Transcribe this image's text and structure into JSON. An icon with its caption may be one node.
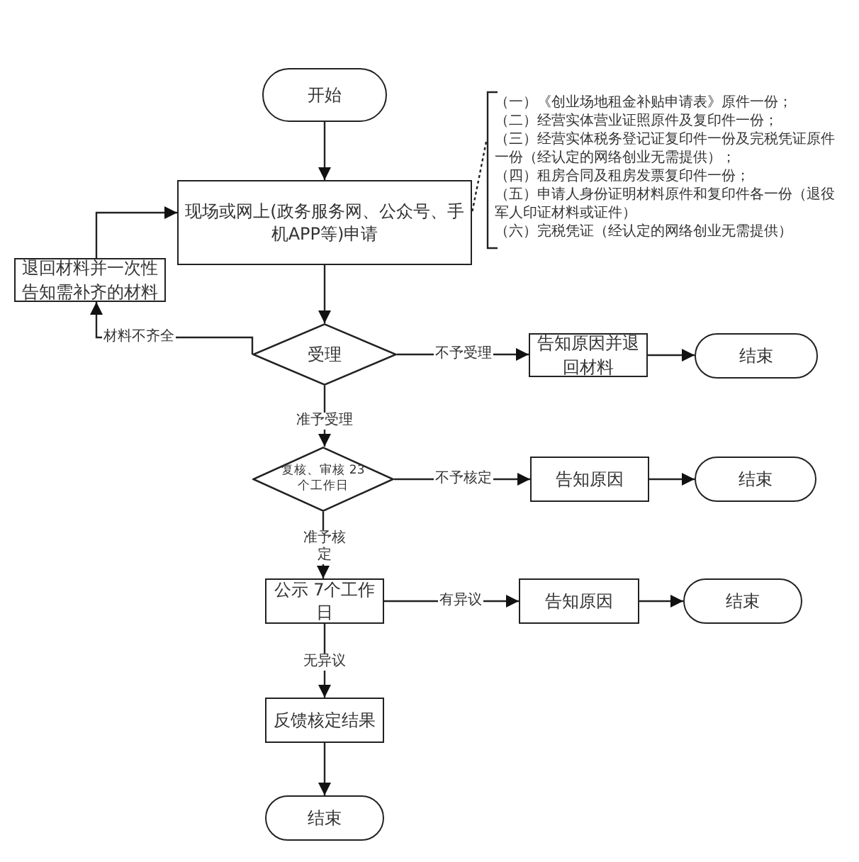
{
  "diagram": {
    "nodes": [
      {
        "text": [
          "开始"
        ]
      },
      {
        "text": [
          "现场或网上(政务服务网、公众号、手机APP等)申请"
        ]
      },
      {
        "text": [
          "退回材料并一次性告知需补齐的材料"
        ]
      },
      {
        "text": [
          "受理"
        ]
      },
      {
        "text": [
          "告知原因并退回材料"
        ]
      },
      {
        "text": [
          "结束"
        ]
      },
      {
        "text": [
          "复核、审核 23个工作日"
        ]
      },
      {
        "text": [
          "告知原因"
        ]
      },
      {
        "text": [
          "结束"
        ]
      },
      {
        "text": [
          "公示 7个工作日"
        ]
      },
      {
        "text": [
          "告知原因"
        ]
      },
      {
        "text": [
          "结束"
        ]
      },
      {
        "text": [
          "反馈核定结果"
        ]
      },
      {
        "text": [
          "结束"
        ]
      },
      {
        "text": [
          "（一）《创业场地租金补贴申请表》原件一份；",
          "（二）经营实体营业证照原件及复印件一份；",
          "（三）经营实体税务登记证复印件一份及完税凭证原件一份（经认定的网络创业无需提供）；",
          "（四）租房合同及租房发票复印件一份；",
          "（五）申请人身份证明材料原件和复印件各一份（退役军人印证材料或证件）",
          "（六）完税凭证（经认定的网络创业无需提供）"
        ]
      }
    ],
    "edges": [
      {
        "from": 0,
        "to": 1,
        "arrow": "to"
      },
      {
        "from": 1,
        "to": 3,
        "arrow": "to"
      },
      {
        "from": 3,
        "to": 2,
        "arrow": "to",
        "label": "材料不齐全"
      },
      {
        "from": 2,
        "to": 1,
        "arrow": "to"
      },
      {
        "from": 3,
        "to": 4,
        "arrow": "to",
        "label": "不予受理"
      },
      {
        "from": 4,
        "to": 5,
        "arrow": "to"
      },
      {
        "from": 3,
        "to": 6,
        "arrow": "to",
        "label": "准予受理"
      },
      {
        "from": 6,
        "to": 7,
        "arrow": "to",
        "label": "不予核定"
      },
      {
        "from": 7,
        "to": 8,
        "arrow": "to"
      },
      {
        "from": 6,
        "to": 9,
        "arrow": "to",
        "label": "准予核定"
      },
      {
        "from": 9,
        "to": 10,
        "arrow": "to",
        "label": "有异议"
      },
      {
        "from": 10,
        "to": 11,
        "arrow": "to"
      },
      {
        "from": 9,
        "to": 12,
        "arrow": "to",
        "label": "无异议"
      },
      {
        "from": 12,
        "to": 13,
        "arrow": "to"
      },
      {
        "from": 14,
        "to": 1,
        "arrow": "none",
        "style": "dashed"
      }
    ]
  }
}
